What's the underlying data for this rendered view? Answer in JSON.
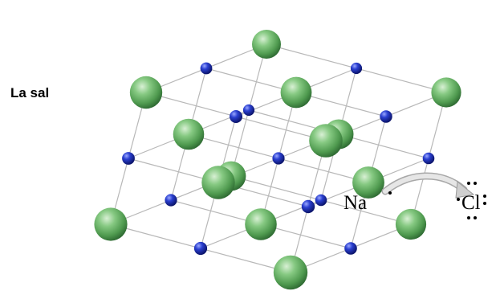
{
  "caption": "La sal",
  "sodium_symbol": "Na",
  "chlorine_symbol": "Cl",
  "colors": {
    "chloride_ion": "#5aa85a",
    "sodium_ion": "#1c2fa8",
    "lattice_line": "#b8b8b8",
    "arrow": "#cfcfcf",
    "text": "#000000"
  }
}
